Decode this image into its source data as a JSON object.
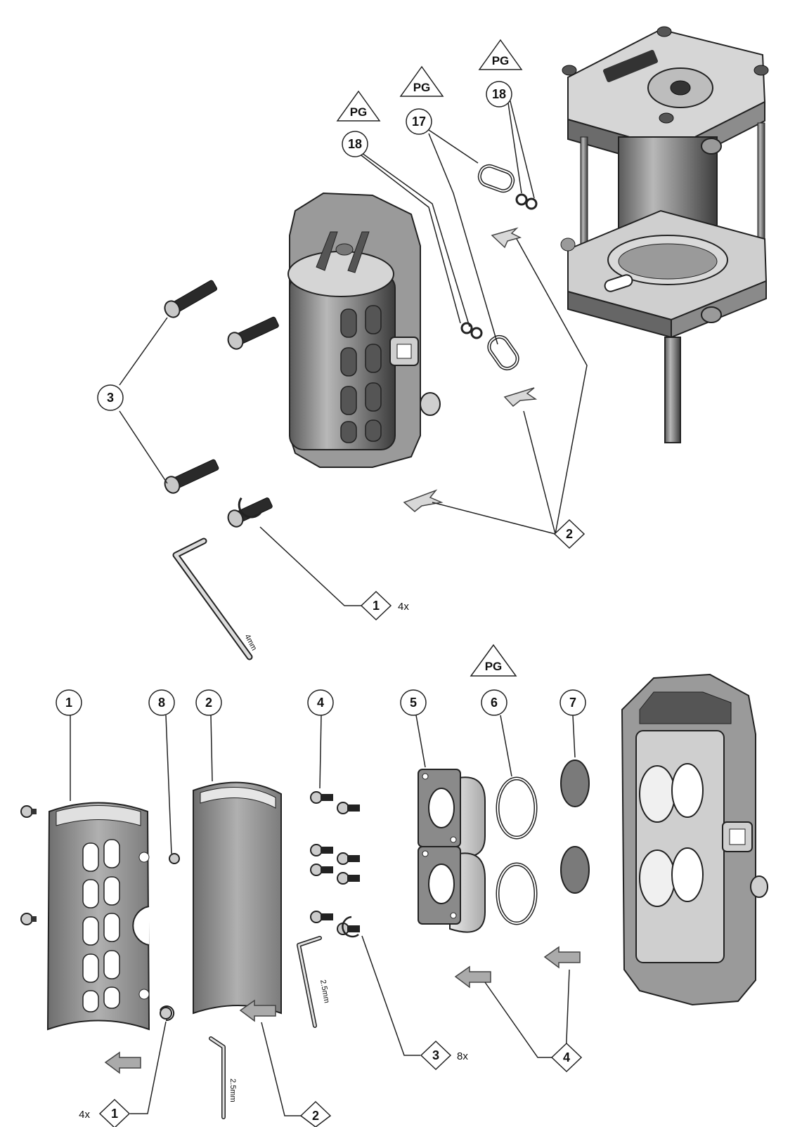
{
  "top": {
    "pg_badges": [
      "PG",
      "PG",
      "PG"
    ],
    "callouts": {
      "c18_left": "18",
      "c17": "17",
      "c18_right": "18",
      "c3": "3"
    },
    "steps": {
      "s2": "2",
      "s1": "1",
      "s1_qty": "4x"
    },
    "tool_label": "4mm"
  },
  "bottom": {
    "pg_badge": "PG",
    "parts": {
      "p1": "1",
      "p8": "8",
      "p2": "2",
      "p4": "4",
      "p5": "5",
      "p6": "6",
      "p7": "7"
    },
    "steps": {
      "s1": "1",
      "s1_qty": "4x",
      "s2": "2",
      "s3": "3",
      "s3_qty": "8x",
      "s4": "4"
    },
    "tool_label_a": "2.5mm",
    "tool_label_b": "2.5mm"
  }
}
